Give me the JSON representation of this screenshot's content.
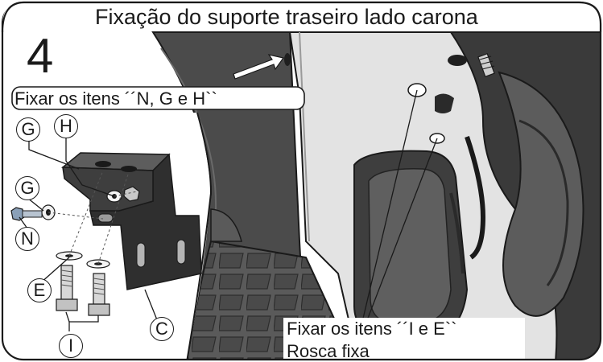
{
  "title": "Fixação do suporte traseiro lado carona",
  "step_number": "4",
  "instruction_1": "Fixar os itens ´´N, G e H``",
  "instruction_2": "Fixar os itens ´´I e E``",
  "instruction_3": "Rosca fixa",
  "callouts": {
    "g_top": "G",
    "h": "H",
    "g_mid": "G",
    "n": "N",
    "e": "E",
    "i": "I",
    "c": "C"
  },
  "colors": {
    "bike_dark": "#3a3a3a",
    "bike_mid": "#5a5a5a",
    "bike_light": "#e4e4e4",
    "line": "#1a1a1a"
  }
}
